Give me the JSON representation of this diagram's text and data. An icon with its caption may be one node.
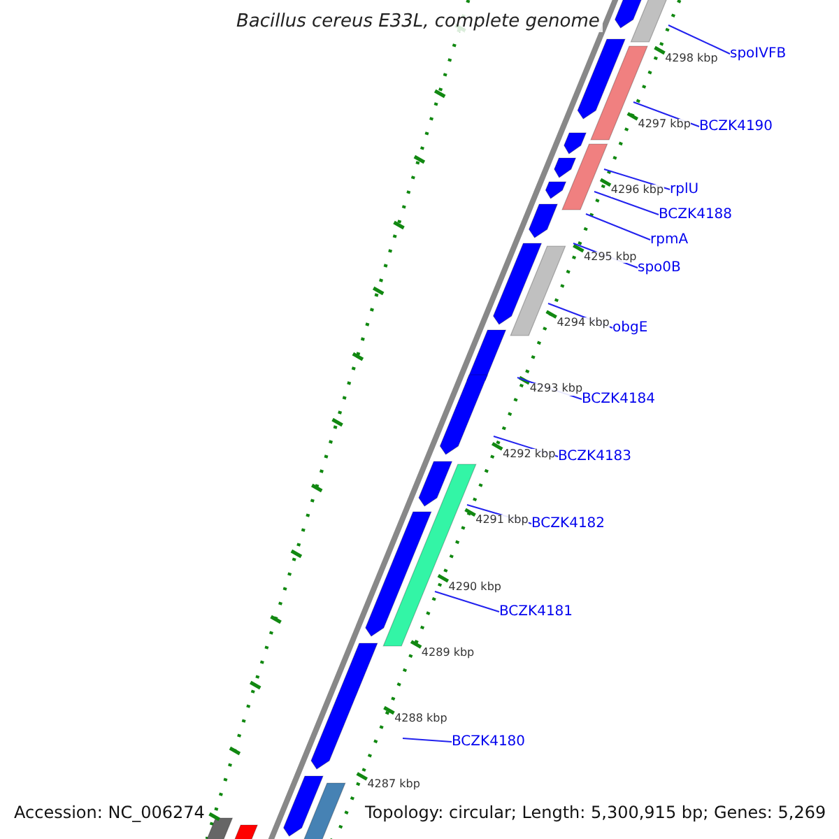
{
  "diagram": {
    "title": "Bacillus cereus E33L, complete genome",
    "nodes": [
      {
        "text": [
          "spoIVFB"
        ]
      },
      {
        "text": [
          "BCZK4190"
        ]
      },
      {
        "text": [
          "rplU"
        ]
      },
      {
        "text": [
          "BCZK4188"
        ]
      },
      {
        "text": [
          "rpmA"
        ]
      },
      {
        "text": [
          "spo0B"
        ]
      },
      {
        "text": [
          "obgE"
        ]
      },
      {
        "text": [
          "BCZK4184"
        ]
      },
      {
        "text": [
          "BCZK4183"
        ]
      },
      {
        "text": [
          "BCZK4182"
        ]
      },
      {
        "text": [
          "BCZK4181"
        ]
      },
      {
        "text": [
          "BCZK4180"
        ]
      }
    ],
    "edges": [
      {
        "from": 0,
        "to": null,
        "arrow": "none"
      },
      {
        "from": 1,
        "to": null,
        "arrow": "none"
      },
      {
        "from": 2,
        "to": null,
        "arrow": "none"
      },
      {
        "from": 3,
        "to": null,
        "arrow": "none"
      },
      {
        "from": 4,
        "to": null,
        "arrow": "none"
      },
      {
        "from": 5,
        "to": null,
        "arrow": "none"
      },
      {
        "from": 6,
        "to": null,
        "arrow": "none"
      },
      {
        "from": 7,
        "to": null,
        "arrow": "none"
      },
      {
        "from": 8,
        "to": null,
        "arrow": "none"
      },
      {
        "from": 9,
        "to": null,
        "arrow": "none"
      },
      {
        "from": 10,
        "to": null,
        "arrow": "none"
      },
      {
        "from": 11,
        "to": null,
        "arrow": "none"
      }
    ],
    "labels": [
      "4298 kbp",
      "4297 kbp",
      "4296 kbp",
      "4295 kbp",
      "4294 kbp",
      "4293 kbp",
      "4292 kbp",
      "4291 kbp",
      "4290 kbp",
      "4289 kbp",
      "4288 kbp",
      "4287 kbp",
      "Accession: NC_006274",
      "Topology: circular; Length: 5,300,915 bp; Genes: 5,269"
    ]
  }
}
